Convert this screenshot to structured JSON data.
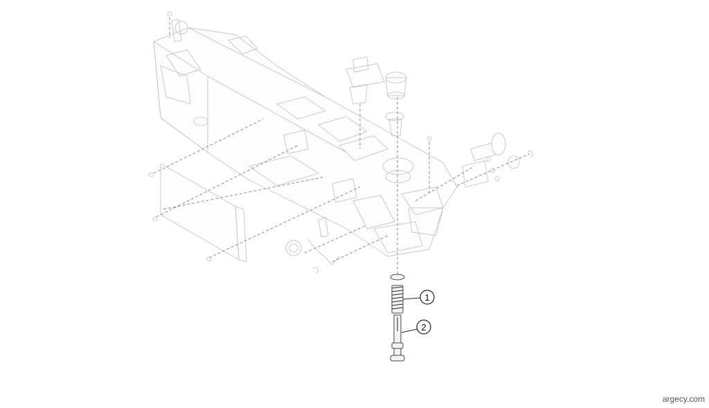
{
  "callouts": [
    {
      "label": "1"
    },
    {
      "label": "2"
    }
  ],
  "watermark": "argecy.com"
}
